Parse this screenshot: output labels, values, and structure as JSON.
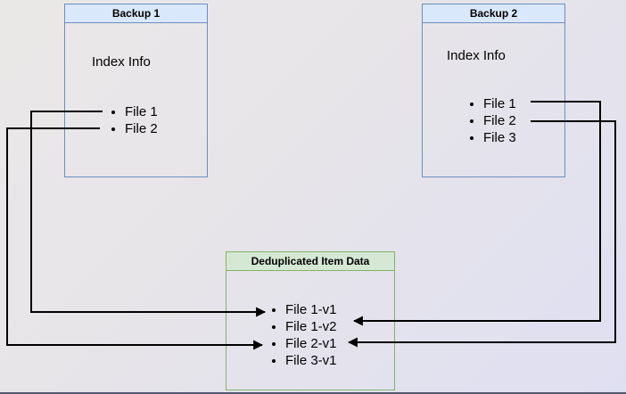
{
  "colors": {
    "background_top": "#eae8e7",
    "background_bottom": "#dfdff2",
    "blue_box_border": "#6c8ebf",
    "blue_box_header": "#dae8fc",
    "green_box_border": "#82b366",
    "green_box_header": "#d5e8d4",
    "arrow": "#000000",
    "text": "#000000"
  },
  "backup1": {
    "title": "Backup 1",
    "label": "Index Info",
    "files": [
      "File 1",
      "File 2"
    ]
  },
  "backup2": {
    "title": "Backup 2",
    "label": "Index Info",
    "files": [
      "File 1",
      "File 2",
      "File 3"
    ]
  },
  "dedup": {
    "title": "Deduplicated Item Data",
    "items": [
      "File 1-v1",
      "File 1-v2",
      "File 2-v1",
      "File 3-v1"
    ]
  },
  "connections": [
    {
      "from": "Backup 1 / File 1",
      "to": "File 1-v1"
    },
    {
      "from": "Backup 1 / File 2",
      "to": "File 2-v1"
    },
    {
      "from": "Backup 2 / File 1",
      "to": "File 1-v2"
    },
    {
      "from": "Backup 2 / File 2",
      "to": "File 2-v1"
    }
  ]
}
